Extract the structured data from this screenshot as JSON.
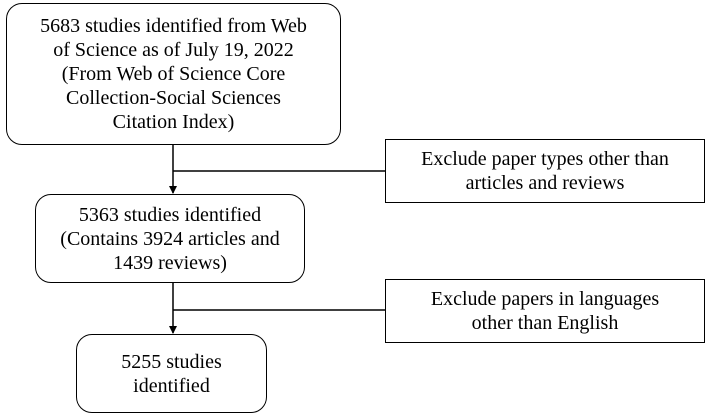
{
  "flowchart": {
    "step1": {
      "lines": [
        "5683 studies identified from Web",
        "of Science as of July 19, 2022",
        "(From Web of Science Core",
        "Collection-Social Sciences",
        "Citation Index)"
      ]
    },
    "exclusion1": {
      "lines": [
        "Exclude paper types other than",
        "articles and reviews"
      ]
    },
    "step2": {
      "lines": [
        "5363 studies identified",
        "(Contains 3924 articles and",
        "1439 reviews)"
      ]
    },
    "exclusion2": {
      "lines": [
        "Exclude papers in languages",
        "other than English"
      ]
    },
    "step3": {
      "lines": [
        "5255 studies",
        "identified"
      ]
    }
  },
  "colors": {
    "stroke": "#000000",
    "background": "#ffffff"
  }
}
